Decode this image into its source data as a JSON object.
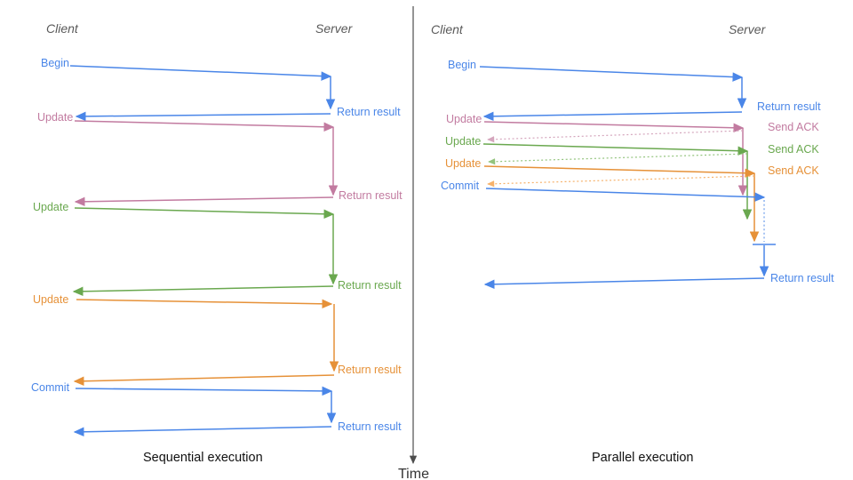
{
  "diagram": {
    "description": "Client-server sequence diagram comparing sequential and parallel execution of transaction statements",
    "time_axis_label": "Time",
    "colors": {
      "blue": "#4a86e8",
      "pink": "#c27ba0",
      "green": "#6aa84f",
      "orange": "#e69138",
      "blue_light": "#6d9eeb",
      "pink_light": "#d5a6bd",
      "green_light": "#93c47d",
      "orange_light": "#f6b26b",
      "axis_gray": "#4d4d4d",
      "header_gray": "#595959"
    },
    "panels": [
      {
        "title": "Sequential execution",
        "client_header": "Client",
        "server_header": "Server",
        "steps": [
          {
            "request": "Begin",
            "response": "Return result",
            "color": "blue"
          },
          {
            "request": "Update",
            "response": "Return result",
            "color": "pink"
          },
          {
            "request": "Update",
            "response": "Return result",
            "color": "green"
          },
          {
            "request": "Update",
            "response": "Return result",
            "color": "orange"
          },
          {
            "request": "Commit",
            "response": "Return result",
            "color": "blue"
          }
        ]
      },
      {
        "title": "Parallel execution",
        "client_header": "Client",
        "server_header": "Server",
        "steps": [
          {
            "request": "Begin",
            "response": "Return result",
            "color": "blue"
          },
          {
            "request": "Update",
            "response": "Send ACK",
            "color": "pink"
          },
          {
            "request": "Update",
            "response": "Send ACK",
            "color": "green"
          },
          {
            "request": "Update",
            "response": "Send ACK",
            "color": "orange"
          },
          {
            "request": "Commit",
            "response": "Return result",
            "color": "blue"
          }
        ]
      }
    ]
  }
}
